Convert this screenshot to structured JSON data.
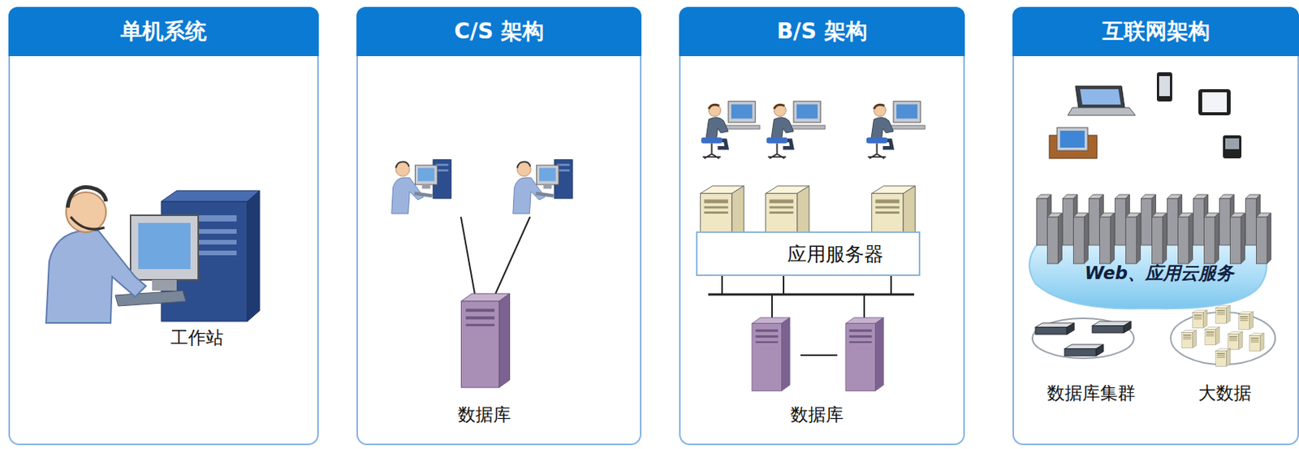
{
  "diagram": {
    "nodes": [
      {
        "text": [
          "单机系统"
        ]
      },
      {
        "text": [
          "C/S 架构"
        ]
      },
      {
        "text": [
          "B/S 架构"
        ]
      },
      {
        "text": [
          "互联网架构"
        ]
      },
      {
        "text": [
          "应用服务器"
        ],
        "in": 2
      },
      {
        "text": [
          "Web、应用云服务"
        ],
        "in": 3
      }
    ],
    "labels": [
      "工作站",
      "数据库",
      "数据库",
      "数据库集群",
      "大数据"
    ]
  }
}
